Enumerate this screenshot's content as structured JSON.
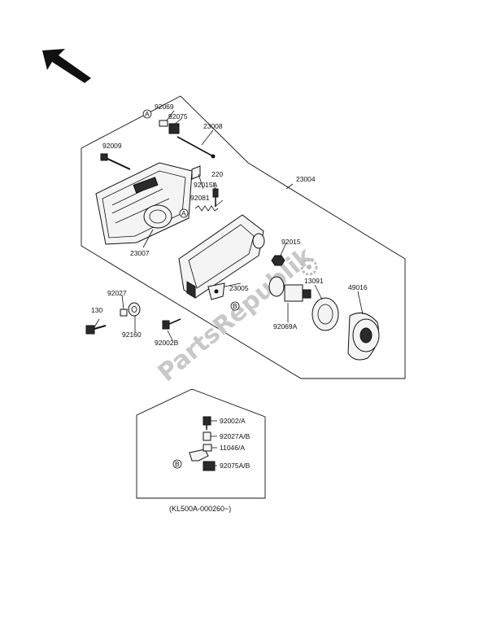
{
  "diagram": {
    "watermark": "PartsRepublik",
    "main_labels": {
      "p92069": "92069",
      "p92075": "92075",
      "p23008": "23008",
      "p92009": "92009",
      "p220": "220",
      "p23004": "23004",
      "p92015A": "92015A",
      "p92081": "92081",
      "p23007": "23007",
      "p92015": "92015",
      "p13091": "13091",
      "p49016": "49016",
      "p23005": "23005",
      "p92027": "92027",
      "p130": "130",
      "p92160": "92160",
      "p92002B": "92002B",
      "p92069A": "92069A"
    },
    "markers": {
      "a1": "A",
      "a2": "A",
      "b1": "B",
      "b2": "B"
    },
    "inset": {
      "labels": {
        "p92002A": "92002/A",
        "p92027AB": "92027A/B",
        "p11046A": "11046/A",
        "p92075AB": "92075A/B"
      },
      "caption": "(KL500A-000260~)"
    }
  }
}
